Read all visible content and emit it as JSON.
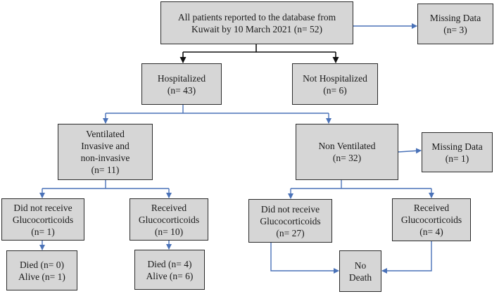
{
  "colors": {
    "box_fill": "#d6d6d6",
    "box_border": "#2b2b2b",
    "arrow_blue": "#4a72b8",
    "arrow_black": "#111111"
  },
  "nodes": {
    "root": "All patients reported to the database from\nKuwait by 10 March 2021 (n= 52)",
    "missing_top": "Missing Data\n(n= 3)",
    "hospitalized": "Hospitalized\n(n= 43)",
    "not_hospitalized": "Not Hospitalized\n(n= 6)",
    "ventilated": "Ventilated\nInvasive and\nnon-invasive\n(n= 11)",
    "non_ventilated": "Non Ventilated\n(n= 32)",
    "missing_mid": "Missing Data\n(n= 1)",
    "vent_no_gc": "Did not receive\nGlucocorticoids\n(n= 1)",
    "vent_gc": "Received\nGlucocorticoids\n(n= 10)",
    "nonvent_no_gc": "Did not receive\nGlucocorticoids\n(n= 27)",
    "nonvent_gc": "Received\nGlucocorticoids\n(n= 4)",
    "vent_no_gc_outcome": "Died (n= 0)\nAlive (n= 1)",
    "vent_gc_outcome": "Died (n= 4)\nAlive (n= 6)",
    "no_death": "No\nDeath"
  }
}
